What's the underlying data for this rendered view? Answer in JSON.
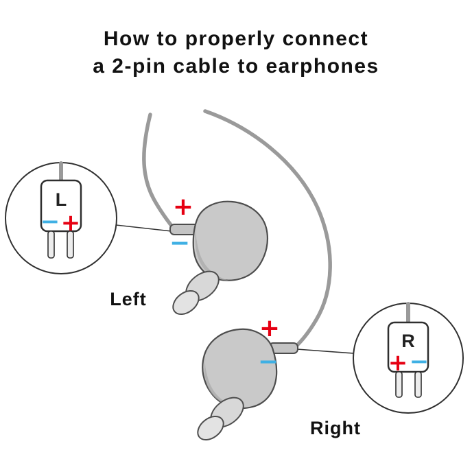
{
  "title": {
    "line1": "How to properly connect",
    "line2": "a 2-pin cable to earphones"
  },
  "callout_left": {
    "letter": "L",
    "minus": "−",
    "plus": "+"
  },
  "callout_right": {
    "letter": "R",
    "plus": "+",
    "minus": "−"
  },
  "earphone_left": {
    "label": "Left",
    "plus": "+",
    "minus": "−"
  },
  "earphone_right": {
    "label": "Right",
    "plus": "+",
    "minus": "−"
  },
  "colors": {
    "plus_red": "#e60012",
    "minus_blue": "#3fb0e4",
    "cable_gray": "#9a9a9a",
    "shell_gray": "#c9c9c9",
    "outline_dark": "#4d4d4d",
    "text_black": "#111111"
  }
}
